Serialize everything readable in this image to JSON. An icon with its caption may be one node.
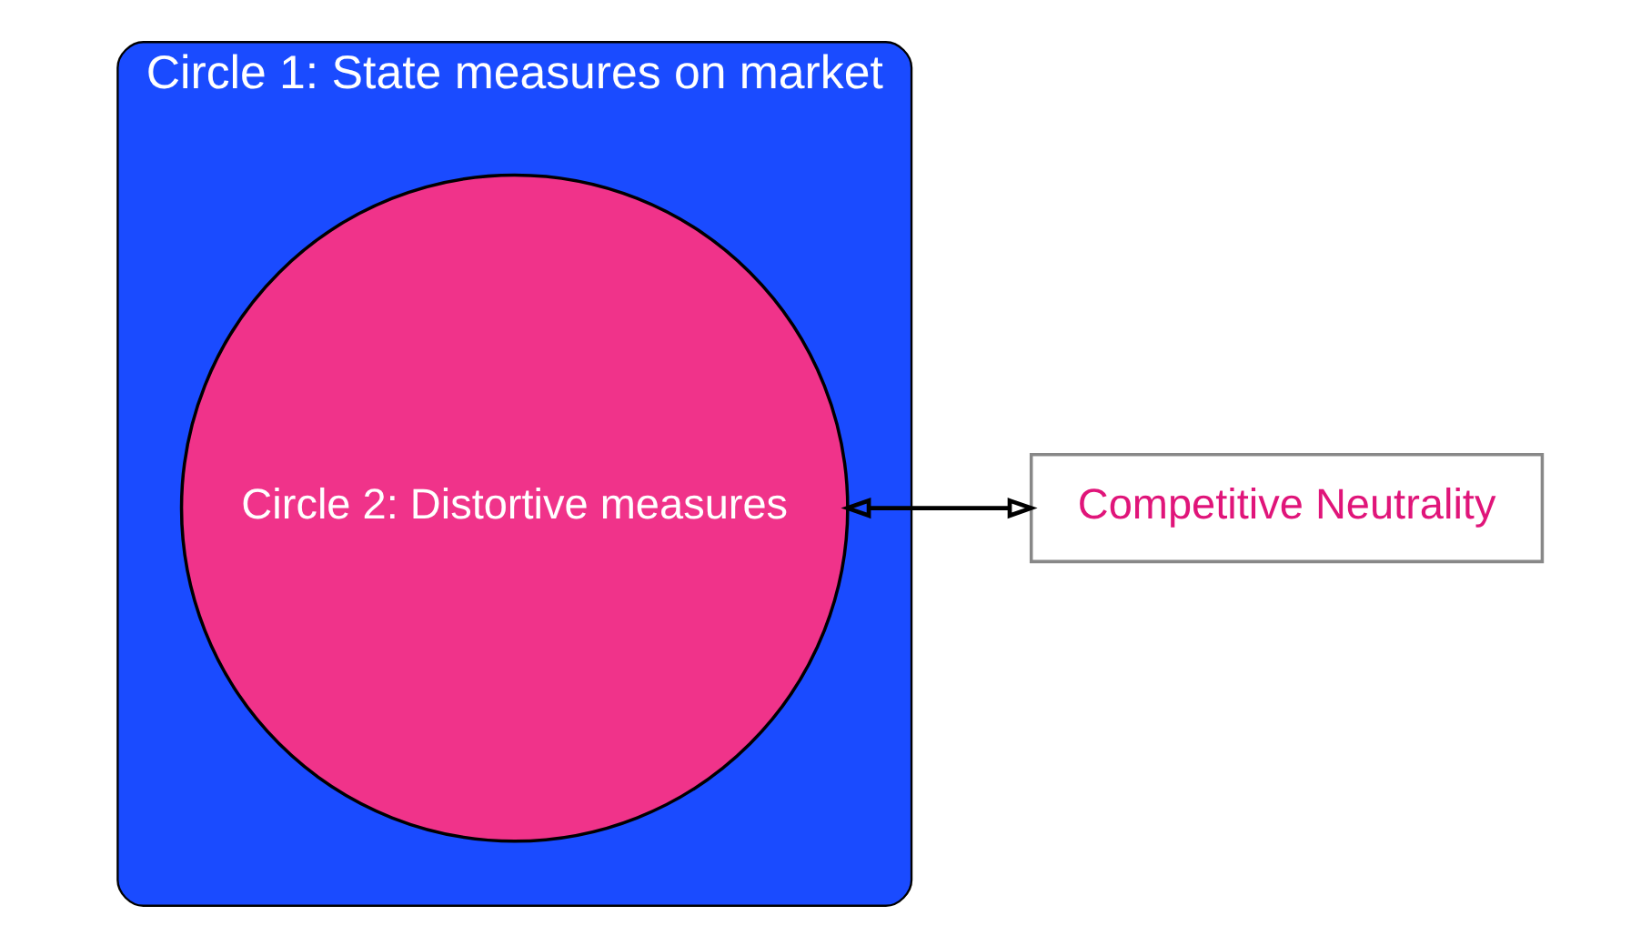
{
  "diagram": {
    "nodes": [
      {
        "text": [
          "Circle 1: State measures on market"
        ]
      },
      {
        "text": [
          "Circle 2: Distortive measures"
        ],
        "in": 0
      },
      {
        "text": [
          "Competitive Neutrality"
        ]
      }
    ],
    "edges": [
      {
        "from": 1,
        "to": 2,
        "arrow": "both"
      }
    ]
  }
}
